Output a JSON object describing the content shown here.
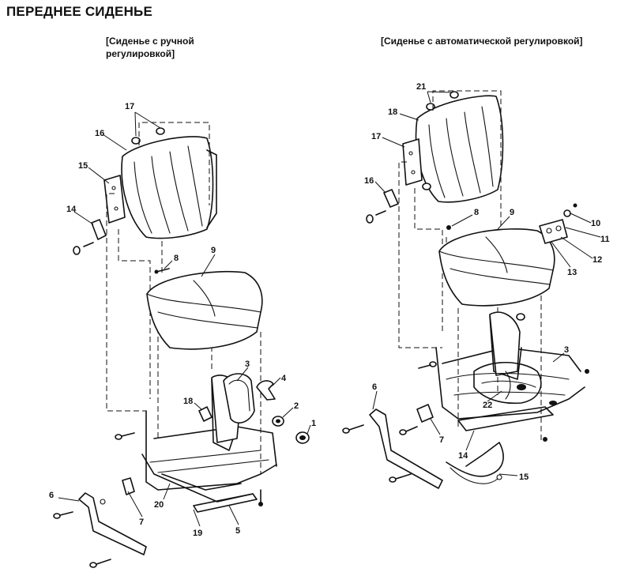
{
  "title": "ПЕРЕДНЕЕ СИДЕНЬЕ",
  "captions": {
    "manual": "[Сиденье с ручной регулировкой]",
    "auto": "[Сиденье с автоматической регулировкой]"
  },
  "callouts_left": [
    "1",
    "2",
    "3",
    "4",
    "5",
    "6",
    "7",
    "8",
    "9",
    "14",
    "15",
    "16",
    "17",
    "18",
    "19",
    "20"
  ],
  "callouts_right": [
    "3",
    "6",
    "7",
    "8",
    "9",
    "10",
    "11",
    "12",
    "13",
    "14",
    "15",
    "16",
    "17",
    "18",
    "21",
    "22"
  ]
}
